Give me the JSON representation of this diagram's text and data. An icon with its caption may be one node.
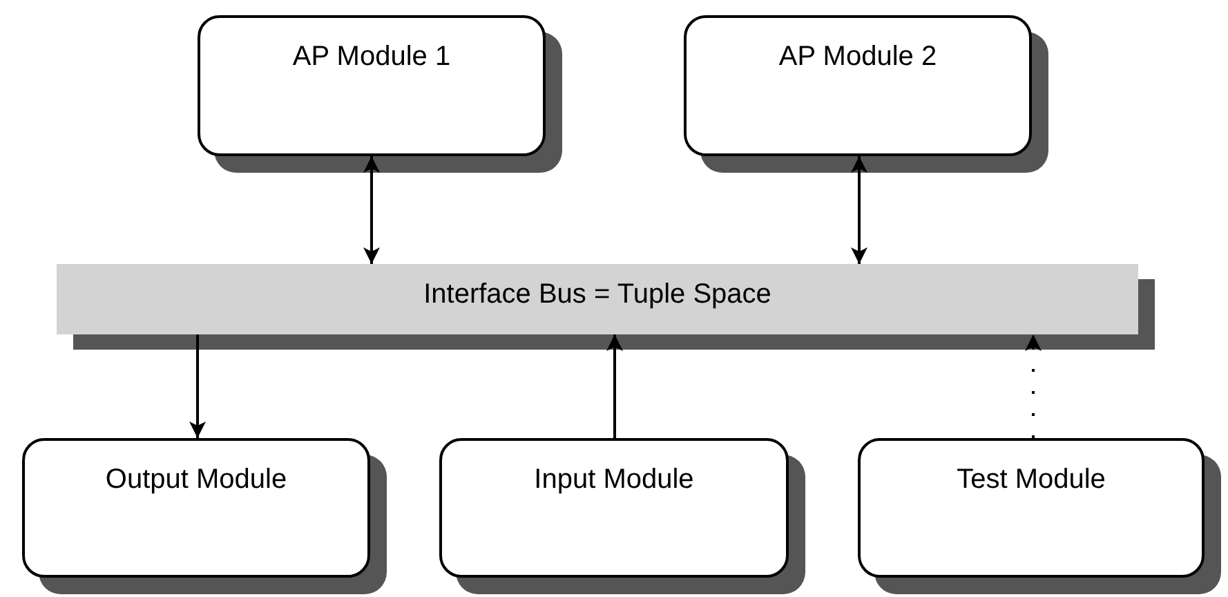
{
  "diagram": {
    "nodes": [
      {
        "text": [
          "AP Module 1"
        ]
      },
      {
        "text": [
          "AP Module 2"
        ]
      },
      {
        "text": [
          "Interface Bus = Tuple Space"
        ]
      },
      {
        "text": [
          "Output Module"
        ]
      },
      {
        "text": [
          "Input Module"
        ]
      },
      {
        "text": [
          "Test Module"
        ]
      }
    ],
    "edges": [
      {
        "from": 0,
        "to": 2,
        "arrow": "both"
      },
      {
        "from": 1,
        "to": 2,
        "arrow": "both"
      },
      {
        "from": 2,
        "to": 3,
        "arrow": "to"
      },
      {
        "from": 4,
        "to": 2,
        "arrow": "to"
      },
      {
        "from": 5,
        "to": 2,
        "arrow": "to",
        "style": "dashed"
      }
    ]
  }
}
